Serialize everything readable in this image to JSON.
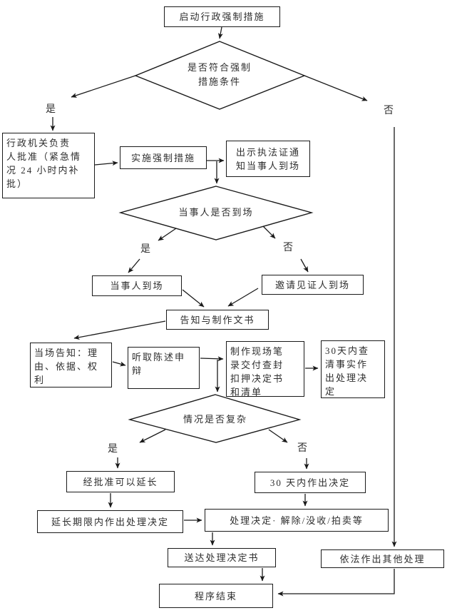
{
  "nodes": {
    "start": {
      "label": "启动行政强制措施"
    },
    "d1": {
      "label": "是否符合强制\n措施条件"
    },
    "approve": {
      "label": "行政机关负责\n人批准（紧急情\n况 24 小时内补\n批）"
    },
    "implement": {
      "label": "实施强制措施"
    },
    "show_cert": {
      "label": "出示执法证通\n知当事人到场"
    },
    "d2": {
      "label": "当事人是否到场"
    },
    "party_present": {
      "label": "当事人到场"
    },
    "witness": {
      "label": "邀请见证人到场"
    },
    "inform_docs": {
      "label": "告知与制作文书"
    },
    "onsite_inform": {
      "label": "当场告知：理\n由、依据、权\n利"
    },
    "listen": {
      "label": "听取陈述申\n辩"
    },
    "record": {
      "label": "制作现场笔\n录交付查封\n扣押决定书\n和清单"
    },
    "investigate30": {
      "label": "30天内查\n清事实作\n出处理决\n定"
    },
    "d3": {
      "label": "情况是否复杂"
    },
    "extend": {
      "label": "经批准可以延长"
    },
    "decide30": {
      "label": "30 天内作出决定"
    },
    "extended_decision": {
      "label": "延长期限内作出处理决定"
    },
    "decision": {
      "label": "处理决定· 解除/没收/拍卖等"
    },
    "deliver": {
      "label": "送达处理决定书"
    },
    "other": {
      "label": "依法作出其他处理"
    },
    "end": {
      "label": "程序结束"
    }
  },
  "branches": {
    "d1_yes": "是",
    "d1_no": "否",
    "d2_yes": "是",
    "d2_no": "否",
    "d3_yes": "是",
    "d3_no": "否"
  },
  "colors": {
    "line": "#1a1a1a",
    "text": "#2e2e2e",
    "background": "#ffffff"
  }
}
